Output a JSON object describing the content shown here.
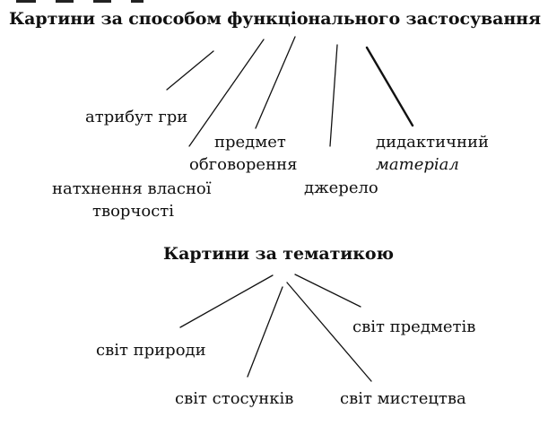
{
  "diagrams": [
    {
      "title": "Картини за способом функціонального застосування",
      "branches": [
        {
          "lines": [
            "атрибут гри"
          ]
        },
        {
          "lines": [
            "натхнення власної",
            "творчості"
          ]
        },
        {
          "lines": [
            "предмет",
            "обговорення"
          ]
        },
        {
          "lines": [
            "джерело"
          ]
        },
        {
          "lines": [
            "дидактичний",
            "матеріал"
          ]
        }
      ]
    },
    {
      "title": "Картини за тематикою",
      "branches": [
        {
          "lines": [
            "світ природи"
          ]
        },
        {
          "lines": [
            "світ стосунків"
          ]
        },
        {
          "lines": [
            "світ мистецтва"
          ]
        },
        {
          "lines": [
            "світ предметів"
          ]
        }
      ]
    }
  ]
}
